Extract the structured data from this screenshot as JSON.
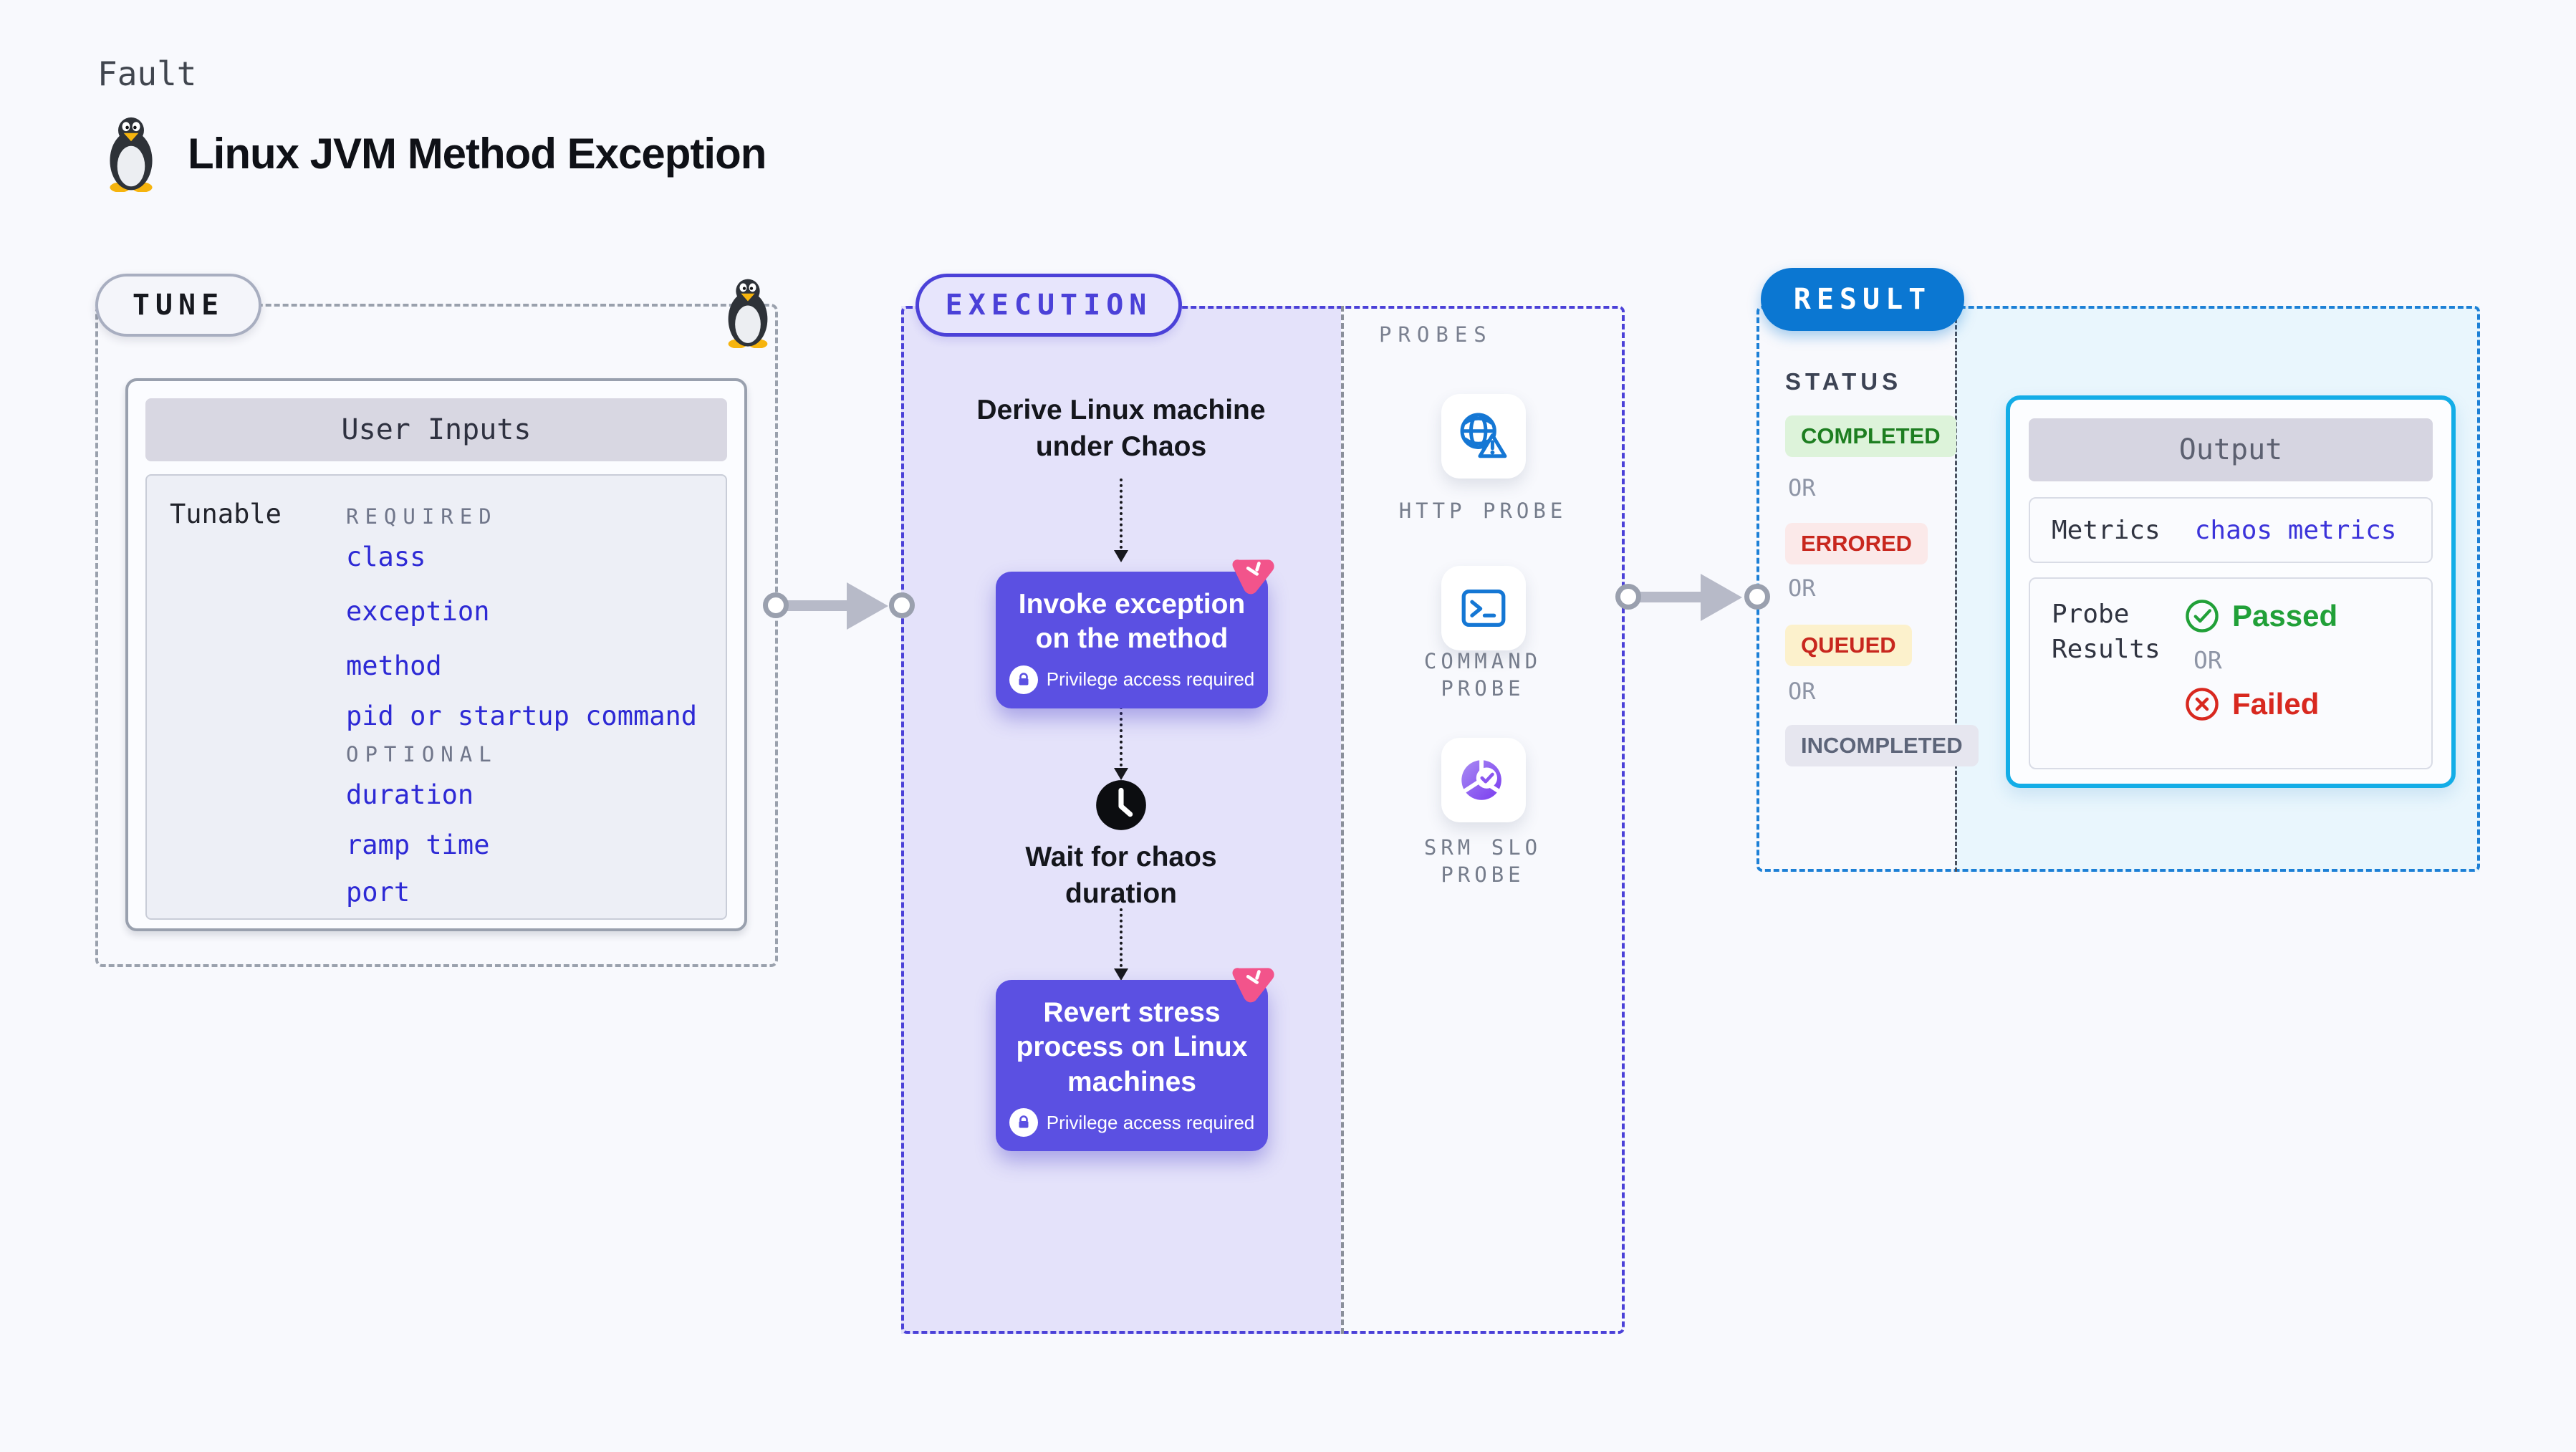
{
  "header": {
    "kicker": "Fault",
    "title": "Linux JVM Method Exception"
  },
  "tune": {
    "label": "TUNE",
    "card_title": "User Inputs",
    "row_label": "Tunable",
    "required_label": "REQUIRED",
    "required_items": [
      "class",
      "exception",
      "method",
      "pid or startup command"
    ],
    "optional_label": "OPTIONAL",
    "optional_items": [
      "duration",
      "ramp time",
      "port"
    ]
  },
  "execution": {
    "label": "EXECUTION",
    "derive_text": "Derive Linux machine under Chaos",
    "invoke_node": {
      "title": "Invoke exception on the method",
      "privilege": "Privilege access required"
    },
    "wait_text": "Wait for chaos duration",
    "revert_node": {
      "title": "Revert stress process on Linux machines",
      "privilege": "Privilege access required"
    }
  },
  "probes": {
    "label": "PROBES",
    "items": [
      {
        "name": "HTTP PROBE",
        "icon": "globe-alert-icon"
      },
      {
        "name": "COMMAND PROBE",
        "icon": "terminal-icon"
      },
      {
        "name": "SRM SLO PROBE",
        "icon": "slo-donut-check-icon"
      }
    ]
  },
  "result": {
    "label": "RESULT",
    "status_label": "STATUS",
    "or_label": "OR",
    "statuses": [
      {
        "text": "COMPLETED",
        "color": "#1d7e20",
        "bg": "#ddf3da"
      },
      {
        "text": "ERRORED",
        "color": "#c8271e",
        "bg": "#fbe9e9"
      },
      {
        "text": "QUEUED",
        "color": "#c8271e",
        "bg": "#fcf1cc"
      },
      {
        "text": "INCOMPLETED",
        "color": "#5d6579",
        "bg": "#e6e6ef"
      }
    ],
    "output": {
      "title": "Output",
      "metrics_label": "Metrics",
      "metrics_value": "chaos metrics",
      "probe_results_label": "Probe Results",
      "passed_label": "Passed",
      "or_label": "OR",
      "failed_label": "Failed"
    }
  },
  "colors": {
    "background": "#f8f9fd",
    "node_indigo": "#5b50e2",
    "execution_accent": "#4b41d8",
    "execution_fill": "#e4e2fa",
    "result_accent": "#0b77d2",
    "result_fill": "#e9f6fd",
    "output_border": "#13ade7",
    "link_blue": "#2d29d5",
    "probe_icon_blue": "#1577d4",
    "pink_badge": "#f2548b",
    "passed_green": "#21a038",
    "failed_red": "#d8281f",
    "arrow_gray": "#b7bac8"
  }
}
